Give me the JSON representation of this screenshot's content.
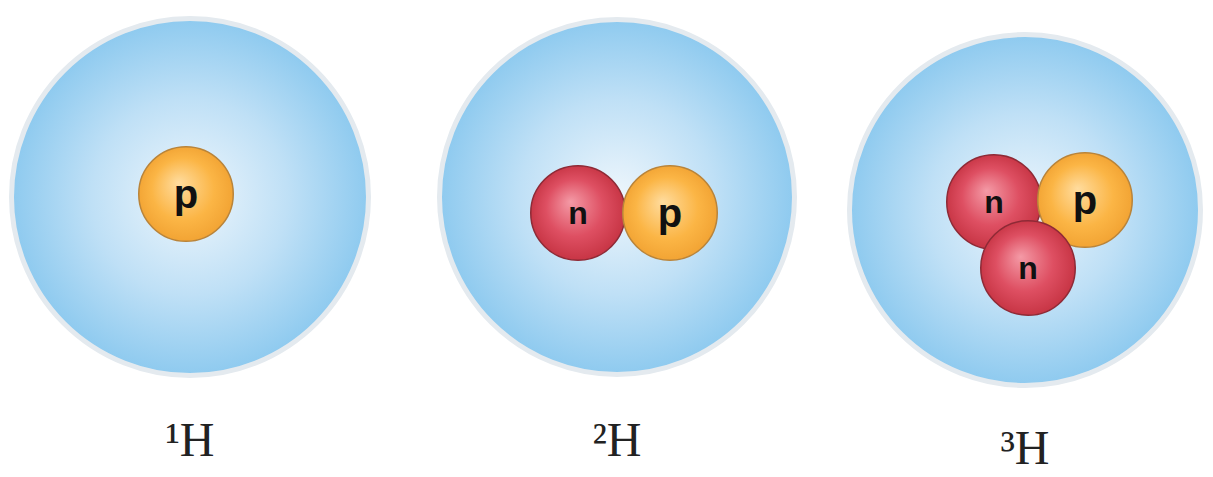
{
  "diagram": {
    "nodes": [
      {
        "text": [
          "¹H"
        ]
      },
      {
        "text": [
          "p"
        ],
        "in": 0
      },
      {
        "text": [
          "²H"
        ]
      },
      {
        "text": [
          "n"
        ],
        "in": 2
      },
      {
        "text": [
          "p"
        ],
        "in": 2
      },
      {
        "text": [
          "³H"
        ]
      },
      {
        "text": [
          "n"
        ],
        "in": 5
      },
      {
        "text": [
          "p"
        ],
        "in": 5
      },
      {
        "text": [
          "n"
        ],
        "in": 5
      }
    ]
  }
}
